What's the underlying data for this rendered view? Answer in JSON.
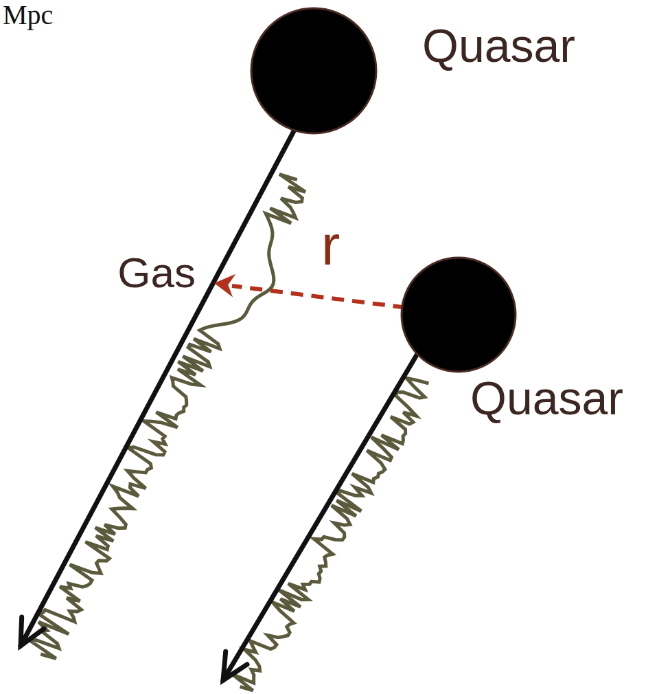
{
  "diagram": {
    "nodes": [
      {
        "text": [
          "Quasar"
        ]
      },
      {
        "text": [
          "Quasar"
        ]
      }
    ],
    "labels": [
      "Mpc",
      "Gas",
      "r"
    ]
  }
}
